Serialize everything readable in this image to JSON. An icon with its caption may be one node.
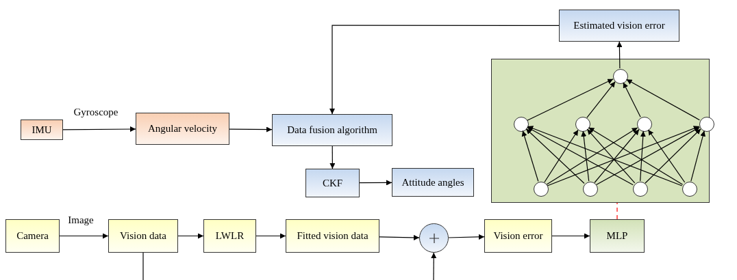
{
  "diagram": {
    "nodes": [
      {
        "text": [
          "IMU"
        ]
      },
      {
        "text": [
          "Angular velocity"
        ]
      },
      {
        "text": [
          "Data fusion algorithm"
        ]
      },
      {
        "text": [
          "CKF"
        ]
      },
      {
        "text": [
          "Attitude angles"
        ]
      },
      {
        "text": [
          "Estimated vision error"
        ]
      },
      {
        "text": [
          "Camera"
        ]
      },
      {
        "text": [
          "Vision data"
        ]
      },
      {
        "text": [
          "LWLR"
        ]
      },
      {
        "text": [
          "Fitted vision data"
        ]
      },
      {
        "text": [],
        "shape": "circle"
      },
      {
        "text": [
          "Vision error"
        ]
      },
      {
        "text": [
          "MLP"
        ]
      },
      {
        "text": [],
        "shape": "box"
      },
      {
        "text": [],
        "shape": "circle",
        "in": 13
      },
      {
        "text": [],
        "shape": "circle",
        "in": 13
      },
      {
        "text": [],
        "shape": "circle",
        "in": 13
      },
      {
        "text": [],
        "shape": "circle",
        "in": 13
      },
      {
        "text": [],
        "shape": "circle",
        "in": 13
      },
      {
        "text": [],
        "shape": "circle",
        "in": 13
      },
      {
        "text": [],
        "shape": "circle",
        "in": 13
      },
      {
        "text": [],
        "shape": "circle",
        "in": 13
      },
      {
        "text": [],
        "shape": "circle",
        "in": 13
      }
    ],
    "edges": [
      {
        "from": 0,
        "to": 1,
        "arrow": "to",
        "label": "Gyroscope"
      },
      {
        "from": 1,
        "to": 2,
        "arrow": "to"
      },
      {
        "from": 5,
        "to": 2,
        "arrow": "to"
      },
      {
        "from": 2,
        "to": 3,
        "arrow": "to"
      },
      {
        "from": 3,
        "to": 4,
        "arrow": "to"
      },
      {
        "from": 6,
        "to": 7,
        "arrow": "to",
        "label": "Image"
      },
      {
        "from": 7,
        "to": 8,
        "arrow": "to"
      },
      {
        "from": 8,
        "to": 9,
        "arrow": "to"
      },
      {
        "from": 9,
        "to": 10,
        "arrow": "to"
      },
      {
        "from": 10,
        "to": 11,
        "arrow": "to"
      },
      {
        "from": 11,
        "to": 12,
        "arrow": "to"
      },
      {
        "from": 12,
        "to": 13,
        "arrow": "none",
        "style": "dashed",
        "color": "#ff0000"
      },
      {
        "from": 14,
        "to": 5,
        "arrow": "to"
      },
      {
        "from": 15,
        "to": 14,
        "arrow": "to"
      },
      {
        "from": 16,
        "to": 14,
        "arrow": "to"
      },
      {
        "from": 17,
        "to": 14,
        "arrow": "to"
      },
      {
        "from": 18,
        "to": 14,
        "arrow": "to"
      },
      {
        "from": 19,
        "to": 15,
        "arrow": "to"
      },
      {
        "from": 19,
        "to": 16,
        "arrow": "to"
      },
      {
        "from": 19,
        "to": 17,
        "arrow": "to"
      },
      {
        "from": 19,
        "to": 18,
        "arrow": "to"
      },
      {
        "from": 20,
        "to": 15,
        "arrow": "to"
      },
      {
        "from": 20,
        "to": 16,
        "arrow": "to"
      },
      {
        "from": 20,
        "to": 17,
        "arrow": "to"
      },
      {
        "from": 20,
        "to": 18,
        "arrow": "to"
      },
      {
        "from": 21,
        "to": 15,
        "arrow": "to"
      },
      {
        "from": 21,
        "to": 16,
        "arrow": "to"
      },
      {
        "from": 21,
        "to": 17,
        "arrow": "to"
      },
      {
        "from": 21,
        "to": 18,
        "arrow": "to"
      },
      {
        "from": 22,
        "to": 15,
        "arrow": "to"
      },
      {
        "from": 22,
        "to": 16,
        "arrow": "to"
      },
      {
        "from": 22,
        "to": 17,
        "arrow": "to"
      },
      {
        "from": 22,
        "to": 18,
        "arrow": "to"
      },
      {
        "from": 7,
        "to": null,
        "arrow": "none"
      },
      {
        "from": null,
        "to": 10,
        "arrow": "to"
      }
    ]
  }
}
